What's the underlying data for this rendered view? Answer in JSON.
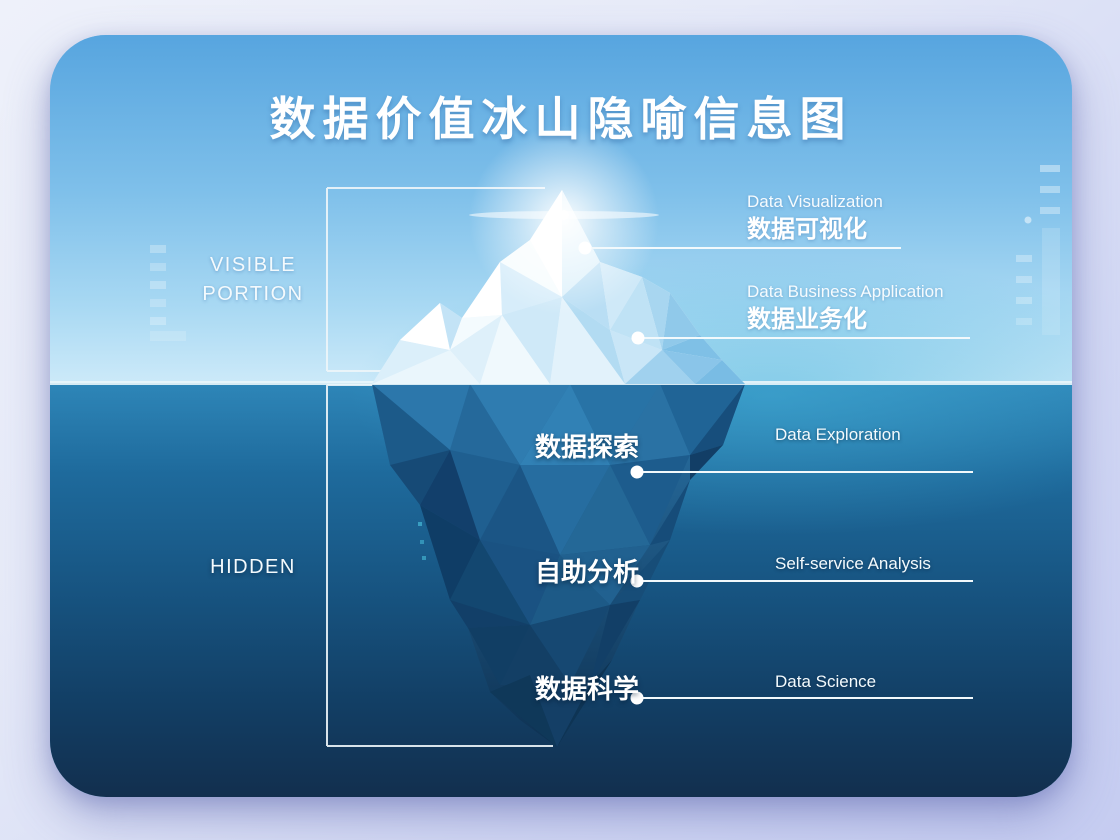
{
  "title": "数据价值冰山隐喻信息图",
  "water_sections": {
    "visible": {
      "line1": "VISIBLE",
      "line2": "PORTION"
    },
    "hidden": {
      "label": "HIDDEN"
    }
  },
  "above_water_items": [
    {
      "en": "Data Visualization",
      "zh": "数据可视化"
    },
    {
      "en": "Data Business Application",
      "zh": "数据业务化"
    }
  ],
  "below_water_items": [
    {
      "zh": "数据探索",
      "en": "Data Exploration"
    },
    {
      "zh": "自助分析",
      "en": "Self-service Analysis"
    },
    {
      "zh": "数据科学",
      "en": "Data Science"
    }
  ],
  "colors": {
    "background": "#d7dcf5",
    "sky_top": "#57a5df",
    "sky_horizon": "#cdeaf9",
    "water_surface": "#2e86b8",
    "water_deep": "#0e3152",
    "iceberg_above": "#ffffff",
    "iceberg_below": "#1f6296",
    "line": "#f2f9fc",
    "text": "#ffffff"
  }
}
